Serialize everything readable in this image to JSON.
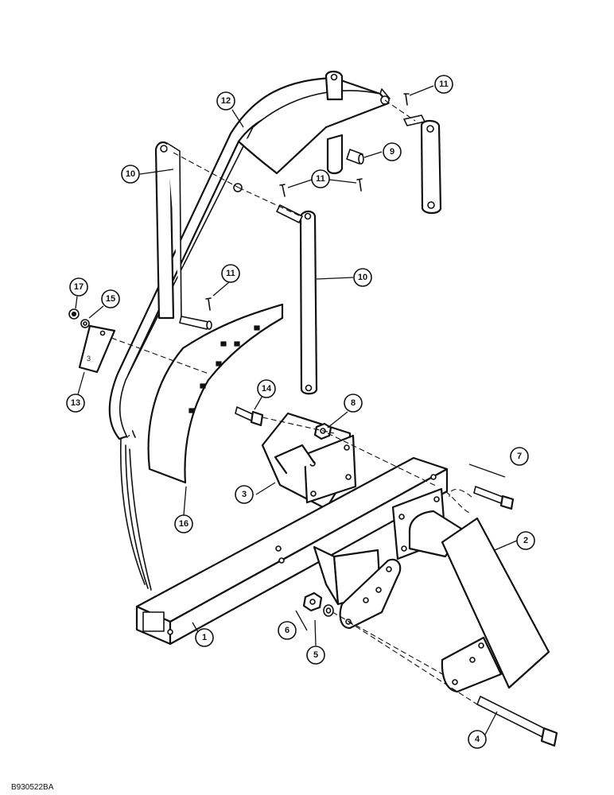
{
  "drawing_code": "B930522BA",
  "callouts": [
    {
      "id": "c1",
      "label": "1"
    },
    {
      "id": "c2",
      "label": "2"
    },
    {
      "id": "c3",
      "label": "3"
    },
    {
      "id": "c4",
      "label": "4"
    },
    {
      "id": "c5",
      "label": "5"
    },
    {
      "id": "c6",
      "label": "6"
    },
    {
      "id": "c7",
      "label": "7"
    },
    {
      "id": "c8",
      "label": "8"
    },
    {
      "id": "c9",
      "label": "9"
    },
    {
      "id": "c10a",
      "label": "10"
    },
    {
      "id": "c10b",
      "label": "10"
    },
    {
      "id": "c11a",
      "label": "11"
    },
    {
      "id": "c11b",
      "label": "11"
    },
    {
      "id": "c11c",
      "label": "11"
    },
    {
      "id": "c12",
      "label": "12"
    },
    {
      "id": "c13",
      "label": "13"
    },
    {
      "id": "c14",
      "label": "14"
    },
    {
      "id": "c15",
      "label": "15"
    },
    {
      "id": "c16",
      "label": "16"
    },
    {
      "id": "c17",
      "label": "17"
    }
  ],
  "plate_mark": "3"
}
